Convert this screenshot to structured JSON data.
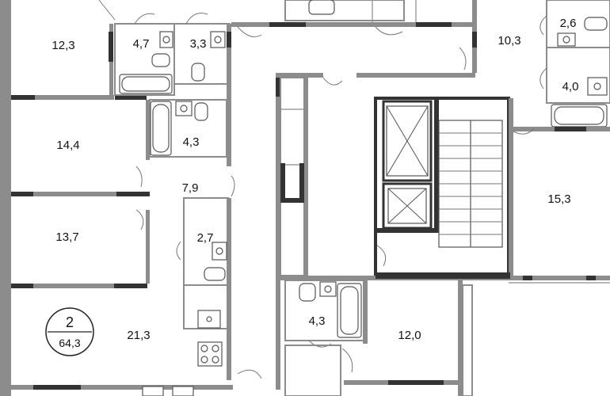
{
  "rooms": [
    {
      "id": "r1",
      "label": "12,3"
    },
    {
      "id": "r2",
      "label": "4,7"
    },
    {
      "id": "r3",
      "label": "3,3"
    },
    {
      "id": "r4",
      "label": "14,4"
    },
    {
      "id": "r5",
      "label": "4,3"
    },
    {
      "id": "r6",
      "label": "7,9"
    },
    {
      "id": "r7",
      "label": "13,7"
    },
    {
      "id": "r8",
      "label": "2,7"
    },
    {
      "id": "r9",
      "label": "21,3"
    },
    {
      "id": "r10",
      "label": "2,6"
    },
    {
      "id": "r11",
      "label": "10,3"
    },
    {
      "id": "r12",
      "label": "4,0"
    },
    {
      "id": "r13",
      "label": "15,3"
    },
    {
      "id": "r14",
      "label": "4,3"
    },
    {
      "id": "r15",
      "label": "12,0"
    }
  ],
  "apartment": {
    "number": "2",
    "area": "64,3"
  }
}
